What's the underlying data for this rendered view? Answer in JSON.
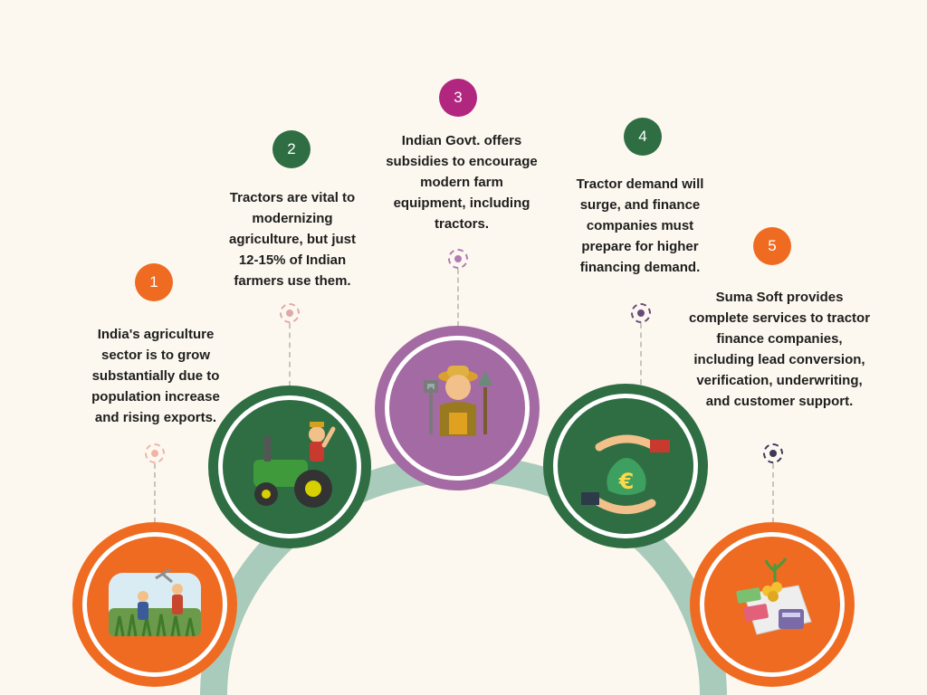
{
  "steps": [
    {
      "number": "1",
      "text": "India's agriculture sector is to grow substantially due to population increase and rising exports.",
      "icon": "farmers-field-icon",
      "color": "#ef6b21"
    },
    {
      "number": "2",
      "text": "Tractors are vital to modernizing agriculture, but just 12-15% of Indian farmers use them.",
      "icon": "tractor-icon",
      "color": "#2f6e43"
    },
    {
      "number": "3",
      "text": "Indian Govt. offers subsidies to encourage modern farm equipment, including tractors.",
      "icon": "farmer-icon",
      "color": "#b1277f"
    },
    {
      "number": "4",
      "text": "Tractor demand will surge, and finance companies must prepare for higher financing demand.",
      "icon": "money-exchange-icon",
      "color": "#2f6e43"
    },
    {
      "number": "5",
      "text": "Suma Soft provides complete services to tractor finance companies, including lead conversion, verification, underwriting, and customer support.",
      "icon": "finance-documents-icon",
      "color": "#ef6b21"
    }
  ],
  "colors": {
    "background": "#fdf8ef",
    "arc": "#a9cbbb",
    "orange": "#ef6b21",
    "green": "#2f6e43",
    "purple_circle": "#a46aa3",
    "magenta": "#b1277f"
  }
}
